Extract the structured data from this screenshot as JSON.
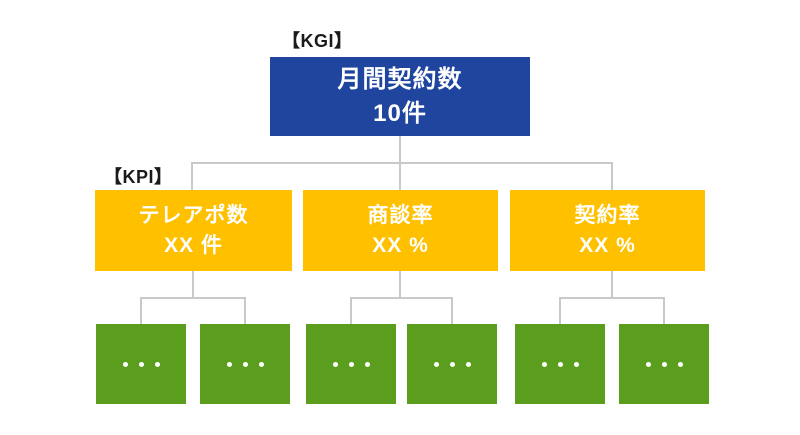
{
  "diagram": {
    "kgi": {
      "section_label": "【KGI】",
      "node": {
        "title": "月間契約数",
        "value": "10件"
      }
    },
    "kpi": {
      "section_label": "【KPI】",
      "nodes": [
        {
          "title": "テレアポ数",
          "value": "XX 件"
        },
        {
          "title": "商談率",
          "value": "XX %"
        },
        {
          "title": "契約率",
          "value": "XX %"
        }
      ]
    },
    "sub_nodes": [
      {
        "label": "・・・"
      },
      {
        "label": "・・・"
      },
      {
        "label": "・・・"
      },
      {
        "label": "・・・"
      },
      {
        "label": "・・・"
      },
      {
        "label": "・・・"
      }
    ],
    "colors": {
      "kgi": "#1f459e",
      "kpi": "#ffc000",
      "sub": "#5b9e1d",
      "connector": "#c9c9c9",
      "text_on_fill": "#ffffff",
      "label_text": "#1a1a1a"
    }
  }
}
